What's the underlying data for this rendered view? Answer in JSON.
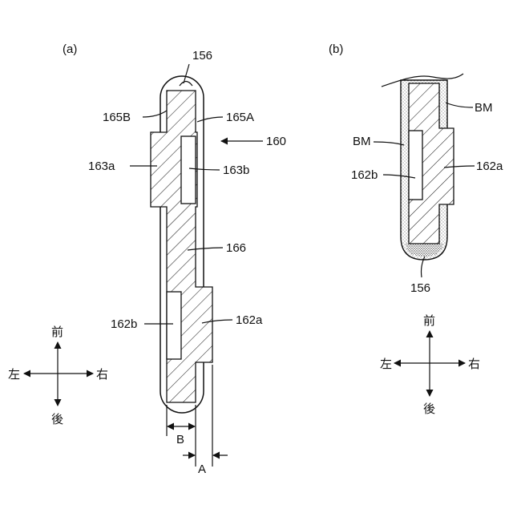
{
  "panel_a": {
    "label": "(a)",
    "ref_156": "156",
    "ref_165B": "165B",
    "ref_165A": "165A",
    "ref_160": "160",
    "ref_163a": "163a",
    "ref_163b": "163b",
    "ref_166": "166",
    "ref_162b": "162b",
    "ref_162a": "162a",
    "dim_B": "B",
    "dim_A": "A",
    "dir_front": "前",
    "dir_back": "後",
    "dir_left": "左",
    "dir_right": "右"
  },
  "panel_b": {
    "label": "(b)",
    "ref_BM_right": "BM",
    "ref_BM_left": "BM",
    "ref_162b": "162b",
    "ref_162a": "162a",
    "ref_156": "156",
    "dir_front": "前",
    "dir_back": "後",
    "dir_left": "左",
    "dir_right": "右"
  }
}
